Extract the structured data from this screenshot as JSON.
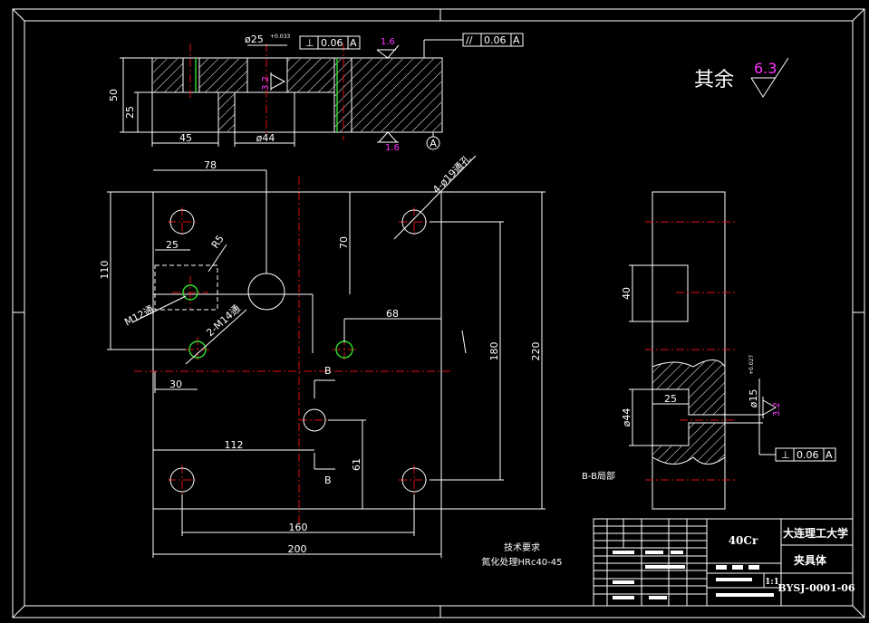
{
  "top_view": {
    "dim_bore_top": "ø25",
    "bore_tol": "+0.033",
    "fcf_perp_top": {
      "symbol": "⊥",
      "value": "0.06",
      "datum": "A"
    },
    "fcf_parallel": {
      "symbol": "//",
      "value": "0.06",
      "datum": "A"
    },
    "rough_top": "1.6",
    "rough_bottom": "1.6",
    "rough_bore": "3.2",
    "datum_label": "A",
    "dim_height_50": "50",
    "dim_height_25": "25",
    "dim_45": "45",
    "dim_phi44": "ø44"
  },
  "other_finish": {
    "label": "其余",
    "value": "6.3"
  },
  "plan_view": {
    "dim_78": "78",
    "dim_70": "70",
    "dim_110": "110",
    "dim_25": "25",
    "dim_r5": "R5",
    "dim_30": "30",
    "dim_68": "68",
    "dim_180": "180",
    "dim_220": "220",
    "dim_112": "112",
    "dim_61": "61",
    "dim_160": "160",
    "dim_200": "200",
    "note_holes": "4-ø19通孔",
    "note_m12": "M12通",
    "note_m14": "2-M14通",
    "section_b_top": "B",
    "section_b_bottom": "B"
  },
  "section_view": {
    "dim_40": "40",
    "dim_25": "25",
    "dim_phi44": "ø44",
    "dim_phi15": "ø15",
    "phi15_tol": "+0.027",
    "rough": "3.2",
    "fcf": {
      "symbol": "⊥",
      "value": "0.06",
      "datum": "A"
    },
    "label": "B-B局部"
  },
  "tech_req": {
    "title": "技术要求",
    "line": "氮化处理HRc40-45"
  },
  "title_block": {
    "material": "40Cr",
    "school": "大连理工大学",
    "part_name": "夹具体",
    "scale": "1:1",
    "drawing_no": "BYSJ-0001-06"
  },
  "colors": {
    "background": "#000000",
    "line": "#ffffff",
    "center": "#e01010",
    "thread": "#2ee02e",
    "annotation": "#ff33ff"
  }
}
